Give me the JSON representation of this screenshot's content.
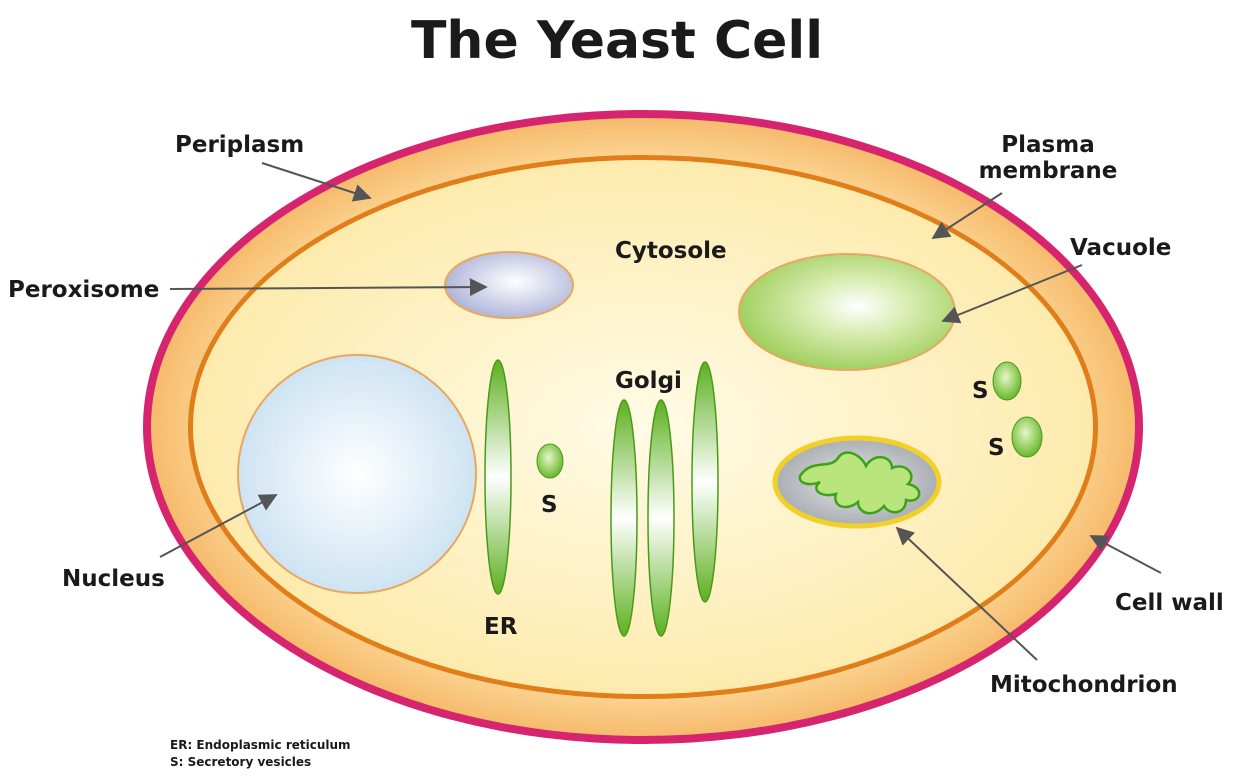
{
  "title": "The Yeast Cell",
  "labels": {
    "periplasm": "Periplasm",
    "plasma_membrane_line1": "Plasma",
    "plasma_membrane_line2": "membrane",
    "cytosole": "Cytosole",
    "vacuole": "Vacuole",
    "peroxisome": "Peroxisome",
    "golgi": "Golgi",
    "secretory_near_vacuole_top": "S",
    "secretory_near_vacuole_bottom": "S",
    "secretory_near_er": "S",
    "nucleus": "Nucleus",
    "er": "ER",
    "cell_wall": "Cell wall",
    "mitochondrion": "Mitochondrion"
  },
  "legend": [
    "ER: Endoplasmic reticulum",
    "S: Secretory vesicles"
  ],
  "colors": {
    "cell_wall": "#d6246e",
    "periplasm": "#f5b76a",
    "plasma_membrane": "#e07e1a",
    "cytosol": "#fff2c4",
    "vacuole": "#a9d36a",
    "nucleus": "#d6eaf6",
    "peroxisome": "#c3c6e0",
    "er_golgi": "#6bbf2a",
    "mitochondrion_matrix": "#a9adb1",
    "mitochondrion_rim": "#f2d02a"
  }
}
